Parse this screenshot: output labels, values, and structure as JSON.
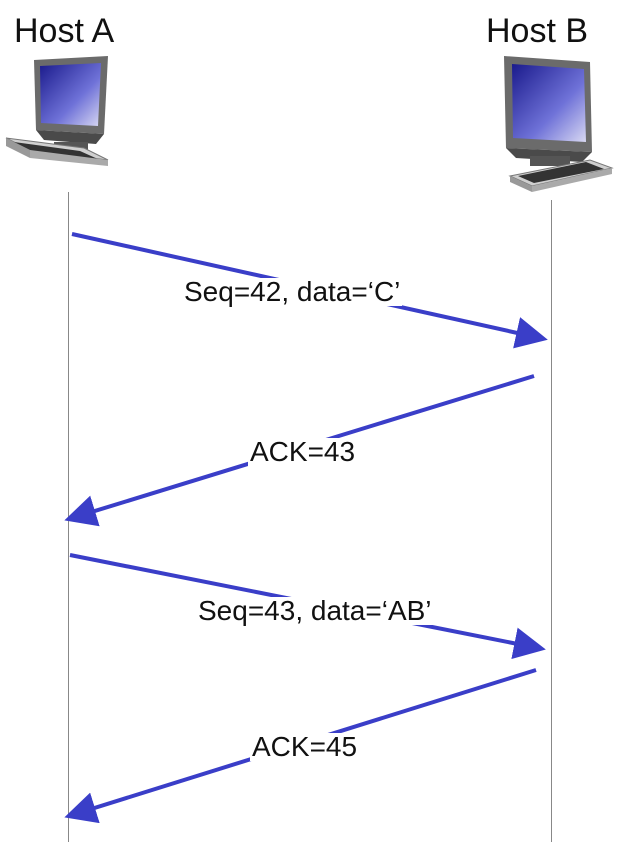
{
  "hosts": {
    "a": {
      "label": "Host A"
    },
    "b": {
      "label": "Host B"
    }
  },
  "colors": {
    "arrow": "#3a3ec8",
    "timeline": "#888888"
  },
  "messages": [
    {
      "direction": "A-to-B",
      "label": "Seq=42, data=‘C’"
    },
    {
      "direction": "B-to-A",
      "label": "ACK=43"
    },
    {
      "direction": "A-to-B",
      "label": "Seq=43, data=‘AB’"
    },
    {
      "direction": "B-to-A",
      "label": "ACK=45"
    }
  ]
}
